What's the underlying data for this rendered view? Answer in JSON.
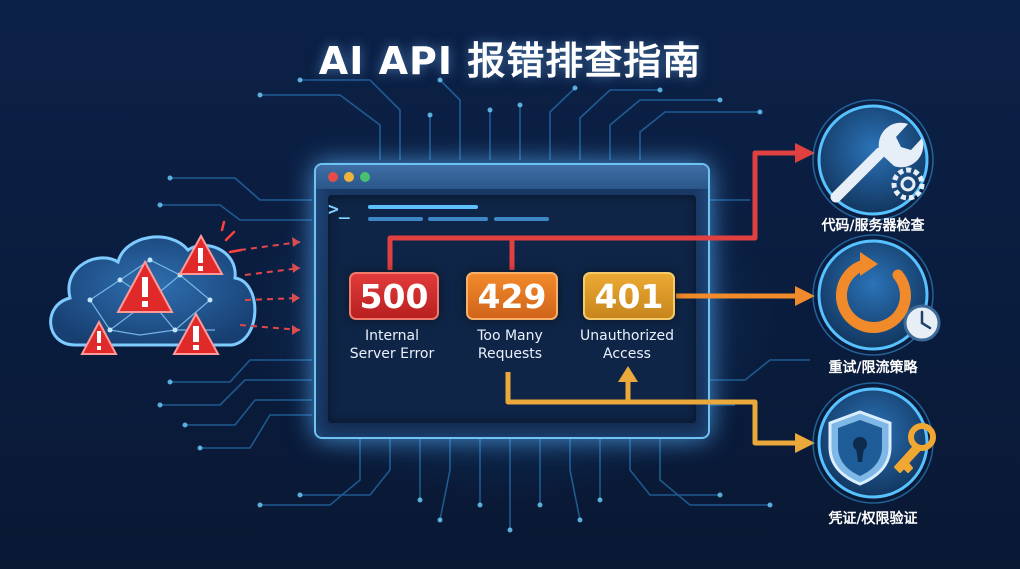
{
  "title": "AI API 报错排查指南",
  "errors": [
    {
      "code": "500",
      "line1": "Internal",
      "line2": "Server Error",
      "color": "#d92c2c"
    },
    {
      "code": "429",
      "line1": "Too Many",
      "line2": "Requests",
      "color": "#e8761f"
    },
    {
      "code": "401",
      "line1": "Unauthorized",
      "line2": "Access",
      "color": "#e09a27"
    }
  ],
  "actions": [
    {
      "label": "代码/服务器检查",
      "icon": "wrench-gear-icon"
    },
    {
      "label": "重试/限流策略",
      "icon": "retry-clock-icon"
    },
    {
      "label": "凭证/权限验证",
      "icon": "shield-key-icon"
    }
  ],
  "colors": {
    "server_error": "#e04040",
    "rate_limit": "#f08a2a",
    "auth": "#eaa93a",
    "glow": "#5ec0ff"
  }
}
